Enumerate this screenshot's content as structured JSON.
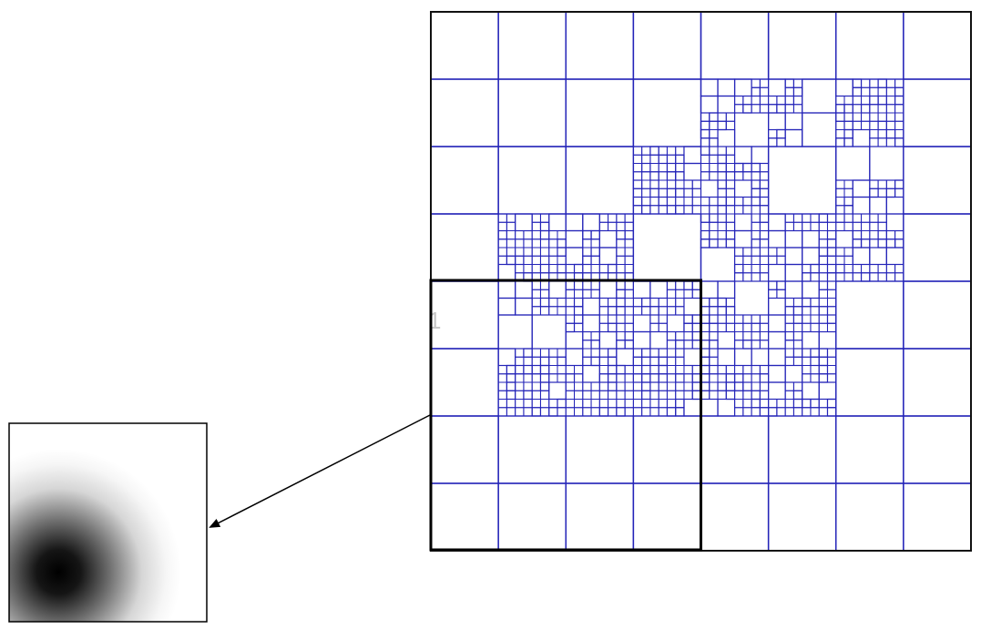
{
  "figure": {
    "colors": {
      "background": "#ffffff",
      "mesh": "#2424b8",
      "mesh_fine": "#3a3ac8",
      "border": "#101010",
      "zoom_box": "#000000",
      "arrow": "#000000",
      "faint_label": "#c8c8c8"
    },
    "quadtree": {
      "max_depth": 5,
      "refined_cells": [
        [
          3,
          2
        ],
        [
          4,
          1
        ],
        [
          4,
          2
        ],
        [
          5,
          1
        ],
        [
          6,
          1
        ],
        [
          6,
          2
        ],
        [
          6,
          3
        ],
        [
          1,
          4
        ],
        [
          2,
          4
        ],
        [
          3,
          4
        ],
        [
          1,
          5
        ],
        [
          2,
          5
        ],
        [
          5,
          4
        ],
        [
          5,
          5
        ],
        [
          5,
          3
        ],
        [
          1,
          3
        ],
        [
          2,
          3
        ],
        [
          4,
          3
        ],
        [
          3,
          5
        ],
        [
          4,
          4
        ],
        [
          4,
          5
        ]
      ]
    },
    "faint_label": "1",
    "zoom_box_cells": {
      "i0": 0,
      "j0": 4,
      "size": 4
    },
    "inset": {
      "type": "radial-gradient",
      "description_shown": false
    }
  }
}
